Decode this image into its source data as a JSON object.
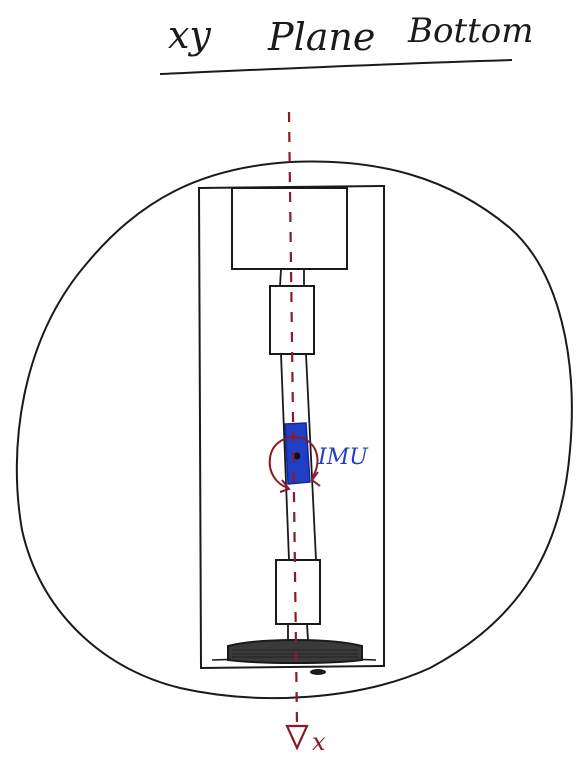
{
  "title": {
    "word1": "xy",
    "word2": "Plane",
    "word3": "Bottom"
  },
  "labels": {
    "imu": "IMU",
    "axis": "x"
  },
  "colors": {
    "ink": "#1a1a1a",
    "axis": "#8b1a2a",
    "imu": "#1f3fc4",
    "imu_text": "#1f3fc4",
    "base": "#3a3a3a"
  }
}
